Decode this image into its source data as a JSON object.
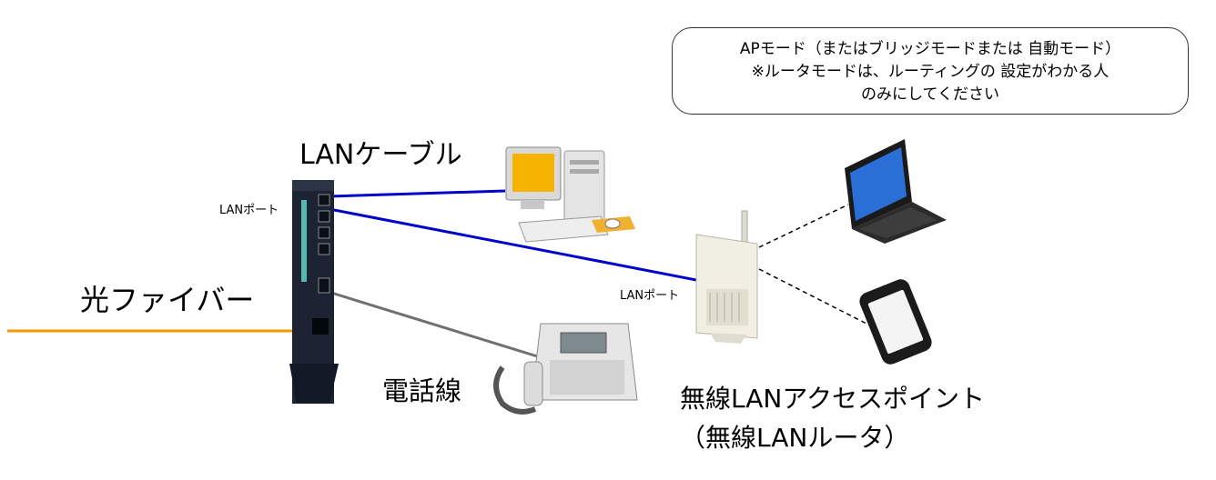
{
  "note": {
    "line1": "APモード（またはブリッジモードまたは 自動モード）",
    "line2": "※ルータモードは、ルーティングの 設定がわかる人",
    "line3": "のみにしてください"
  },
  "labels": {
    "lan_cable": "LANケーブル",
    "lan_port_onu": "LANポート",
    "lan_port_ap": "LANポート",
    "fiber": "光ファイバー",
    "phone_line": "電話線",
    "ap_title": "無線LANアクセスポイント",
    "ap_subtitle": "（無線LANルータ）"
  },
  "icons": {
    "onu": "onu-router-icon",
    "pc": "desktop-pc-icon",
    "phone": "telephone-icon",
    "ap": "wireless-access-point-icon",
    "laptop": "laptop-icon",
    "smartphone": "smartphone-icon"
  },
  "colors": {
    "lan_cable": "#0000cc",
    "fiber": "#f39800",
    "phone_line": "#707070",
    "wireless": "#000000"
  }
}
